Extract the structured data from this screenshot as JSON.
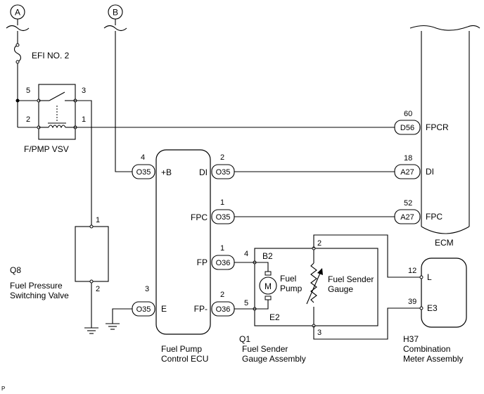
{
  "markers": {
    "a": "A",
    "b": "B"
  },
  "fuse": {
    "name": "EFI NO. 2"
  },
  "vsv": {
    "name": "F/PMP VSV",
    "pin_5": "5",
    "pin_3": "3",
    "pin_2": "2",
    "pin_1": "1"
  },
  "valve": {
    "ref": "Q8",
    "name_line1": "Fuel Pressure",
    "name_line2": "Switching Valve",
    "pin_1": "1",
    "pin_2": "2"
  },
  "pump_ecu": {
    "name_line1": "Fuel Pump",
    "name_line2": "Control ECU",
    "terminals": {
      "b": "+B",
      "di": "DI",
      "fpc": "FPC",
      "fp": "FP",
      "fpm": "FP-",
      "e": "E"
    },
    "pins": {
      "b": "4",
      "di": "2",
      "fpc": "1",
      "fp": "1",
      "fpm": "2",
      "e": "3"
    },
    "connectors": {
      "b": "O35",
      "di": "O35",
      "fpc": "O35",
      "fp": "O36",
      "fpm": "O36",
      "e": "O35"
    }
  },
  "ecm": {
    "name": "ECM",
    "rows": [
      {
        "pin": "60",
        "connector": "D56",
        "terminal": "FPCR"
      },
      {
        "pin": "18",
        "connector": "A27",
        "terminal": "DI"
      },
      {
        "pin": "52",
        "connector": "A27",
        "terminal": "FPC"
      }
    ]
  },
  "gauge_assy": {
    "ref": "Q1",
    "name_line1": "Fuel Sender",
    "name_line2": "Gauge Assembly",
    "pump_line1": "Fuel",
    "pump_line2": "Pump",
    "motor_symbol": "M",
    "sender_line1": "Fuel Sender",
    "sender_line2": "Gauge",
    "b2": "B2",
    "e2": "E2",
    "pin_4": "4",
    "pin_5": "5",
    "pin_2": "2",
    "pin_3": "3"
  },
  "meter": {
    "ref": "H37",
    "name_line1": "Combination",
    "name_line2": "Meter Assembly",
    "pin_l": "12",
    "term_l": "L",
    "pin_e3": "39",
    "term_e3": "E3"
  },
  "footer": {
    "code": "P"
  }
}
